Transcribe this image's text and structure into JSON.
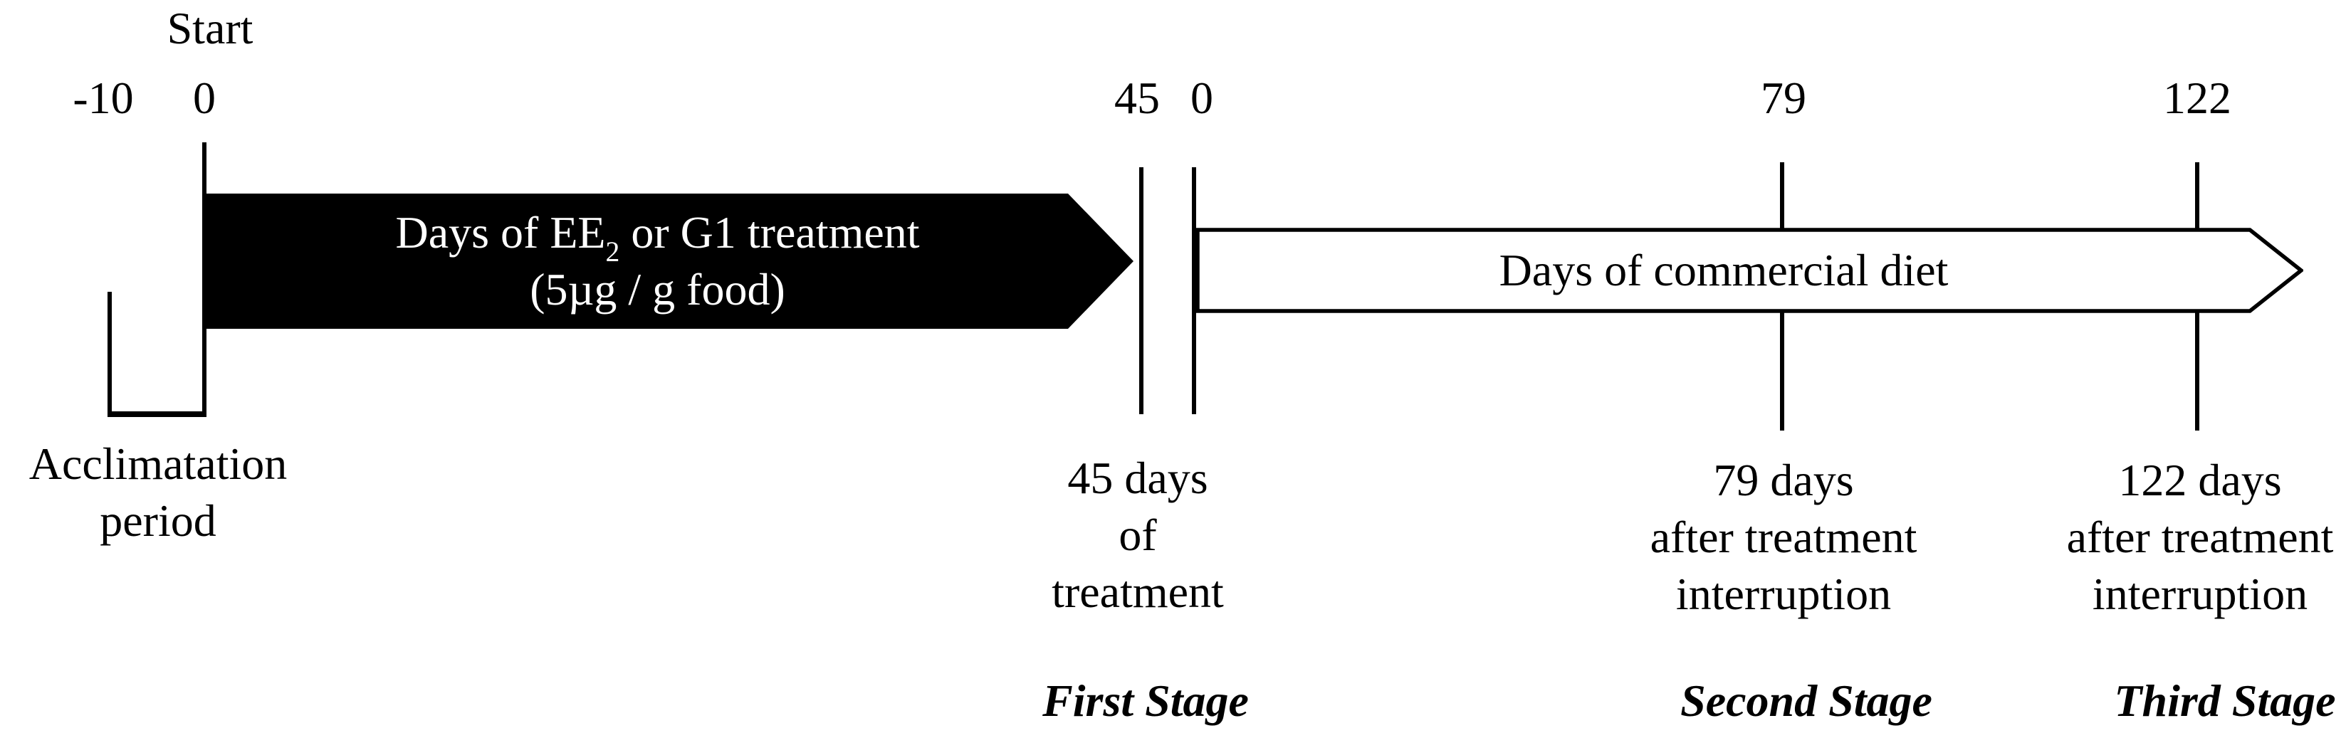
{
  "figure": {
    "background": "#ffffff",
    "ink": "#000000",
    "description_icons": []
  },
  "axis": {
    "start_label": "Start",
    "tick_labels": {
      "minus10": "-10",
      "zero": "0",
      "d45": "45",
      "zero2": "0",
      "d79": "79",
      "d122": "122"
    }
  },
  "treatment_arrow": {
    "fill": "#000000",
    "text_color": "#ffffff",
    "label_prefix": "Days of EE",
    "label_subscript": "2",
    "label_suffix": " or G1 treatment",
    "label_line2": "(5µg / g food)"
  },
  "diet_arrow": {
    "fill": "#ffffff",
    "stroke": "#000000",
    "label": "Days of commercial diet"
  },
  "annotations": {
    "acclimation": {
      "line1": "Acclimatation",
      "line2": "period"
    },
    "treatment45": {
      "line1": "45 days",
      "line2": "of",
      "line3": "treatment"
    },
    "interruption79": {
      "line1": "79 days",
      "line2": "after treatment",
      "line3": "interruption"
    },
    "interruption122": {
      "line1": "122 days",
      "line2": "after treatment",
      "line3": "interruption"
    }
  },
  "stages": [
    {
      "label": "First Stage"
    },
    {
      "label": "Second Stage"
    },
    {
      "label": "Third Stage"
    }
  ]
}
